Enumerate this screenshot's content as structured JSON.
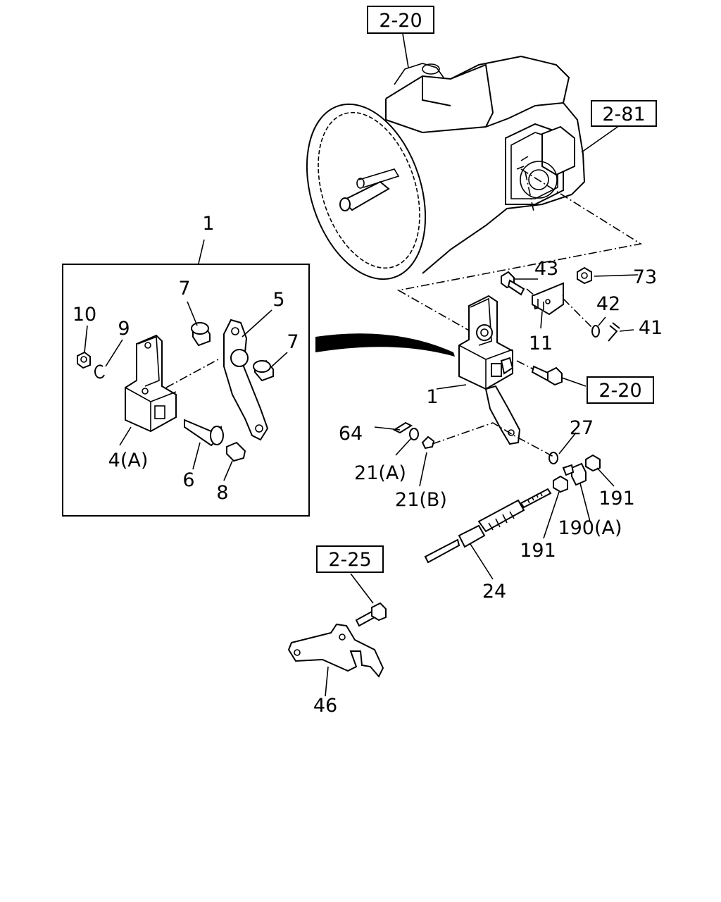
{
  "diagram": {
    "callouts": {
      "ref_2_20_top": "2-20",
      "ref_2_81": "2-81",
      "ref_2_20_right": "2-20",
      "ref_2_25": "2-25",
      "p1_box": "1",
      "p1_main": "1",
      "p4a": "4(A)",
      "p5": "5",
      "p6": "6",
      "p7a": "7",
      "p7b": "7",
      "p8": "8",
      "p9": "9",
      "p10": "10",
      "p11": "11",
      "p21a": "21(A)",
      "p21b": "21(B)",
      "p24": "24",
      "p27": "27",
      "p41": "41",
      "p42": "42",
      "p43": "43",
      "p46": "46",
      "p64": "64",
      "p73": "73",
      "p190a": "190(A)",
      "p191a": "191",
      "p191b": "191"
    }
  }
}
